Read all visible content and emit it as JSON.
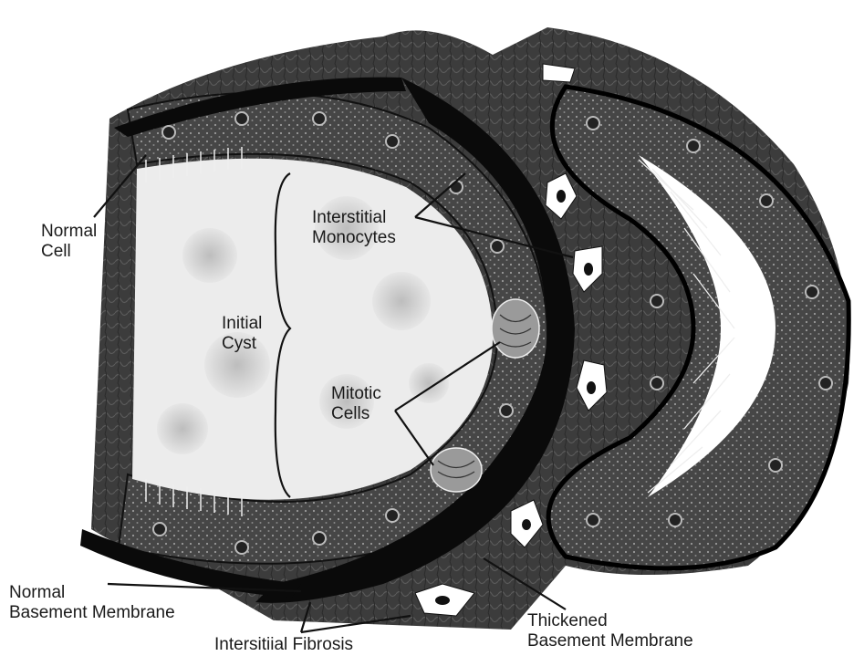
{
  "labels": {
    "normal_cell": [
      "Normal",
      "Cell"
    ],
    "interstitial_monocytes": [
      "Interstitial",
      "Monocytes"
    ],
    "initial_cyst": [
      "Initial",
      "Cyst"
    ],
    "mitotic_cells": [
      "Mitotic",
      "Cells"
    ],
    "normal_basement_membrane": [
      "Normal",
      "Basement Membrane"
    ],
    "interstitial_fibrosis": "Intersitiial Fibrosis",
    "thickened_basement_membrane": [
      "Thickened",
      "Basement Membrane"
    ]
  },
  "colors": {
    "ink": "#111111",
    "tissue": "#3a3a3a",
    "cell": "#4a4a4a",
    "lumen": "#e8e8e8",
    "light": "#ffffff"
  }
}
